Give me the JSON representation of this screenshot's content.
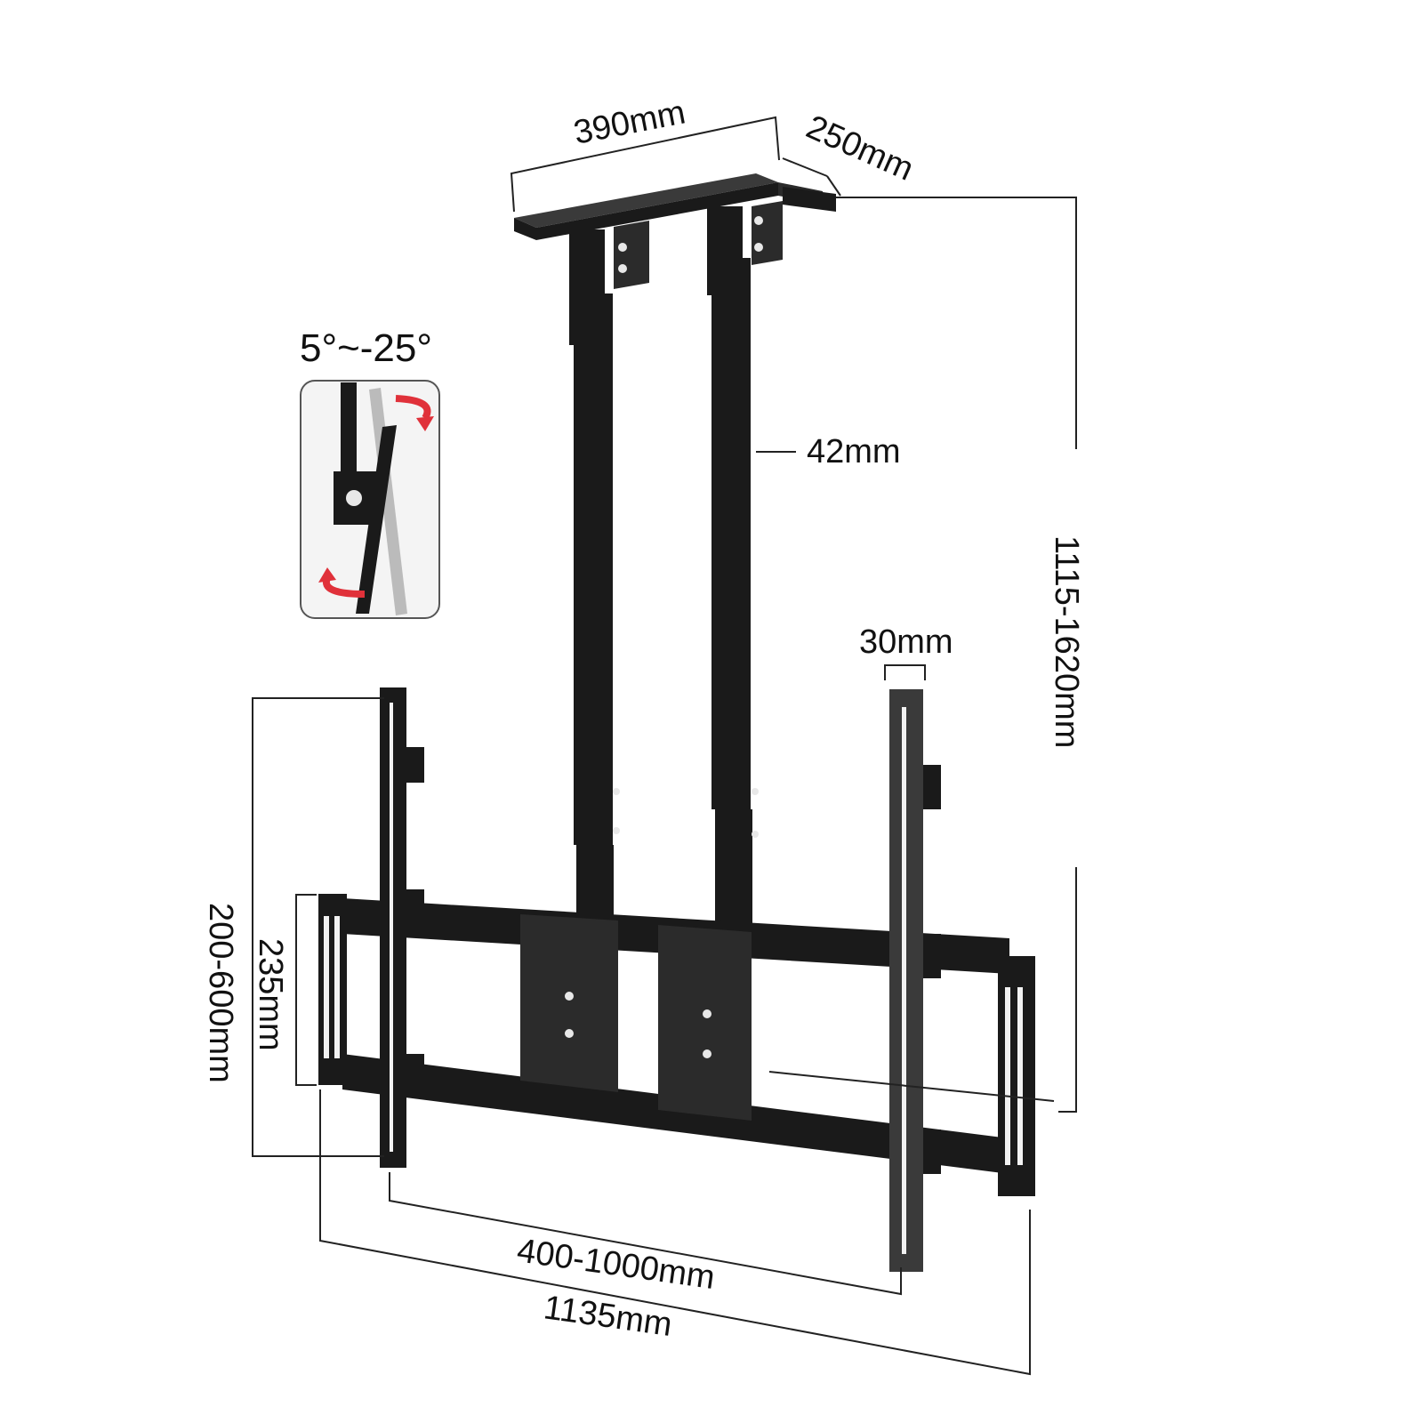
{
  "dimensions": {
    "plate_width": "390mm",
    "plate_depth": "250mm",
    "tilt_range": "5°~-25°",
    "pole_diameter": "42mm",
    "height_range": "1115-1620mm",
    "rail_width": "30mm",
    "vertical_span": "200-600mm",
    "bracket_height": "235mm",
    "horizontal_span": "400-1000mm",
    "total_width": "1135mm"
  },
  "colors": {
    "metal": "#1a1a1a",
    "arrow": "#e0313a",
    "line": "#222222"
  }
}
